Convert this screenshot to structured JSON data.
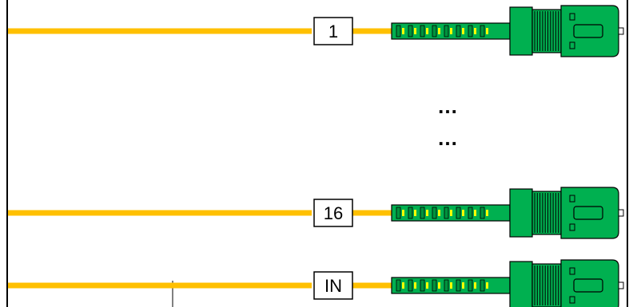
{
  "fibers": [
    {
      "label": "1"
    },
    {
      "label": "16"
    },
    {
      "label": "IN"
    }
  ],
  "ellipsis": [
    "…",
    "…"
  ],
  "colors": {
    "fiber": "#FFC000",
    "connector": "#00B050",
    "connector_dark": "#00923D",
    "boot_mark": "#FFFF00",
    "outline": "#000000",
    "label_bg": "#FFFFFF"
  }
}
